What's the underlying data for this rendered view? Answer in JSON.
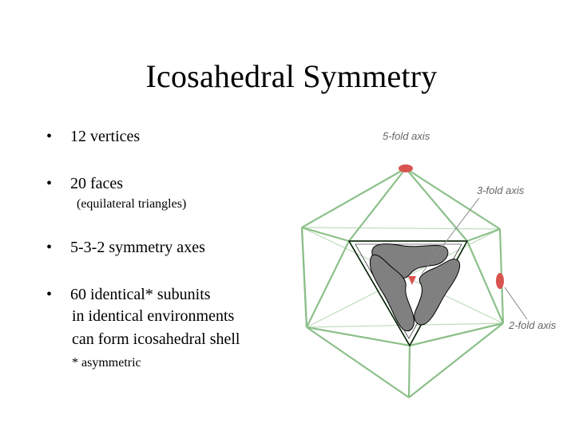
{
  "slide": {
    "title": "Icosahedral Symmetry",
    "bullets": [
      {
        "marker": "•",
        "text": "12 vertices"
      },
      {
        "marker": "•",
        "text": "20 faces",
        "note": "(equilateral triangles)"
      },
      {
        "marker": "•",
        "text": "5-3-2 symmetry axes"
      },
      {
        "marker": "•",
        "text": "60 identical* subunits",
        "continuation": [
          "in identical environments",
          "can form icosahedral shell"
        ],
        "footnote": "* asymmetric"
      }
    ]
  },
  "diagram": {
    "labels": {
      "five_fold": "5-fold axis",
      "three_fold": "3-fold axis",
      "two_fold": "2-fold axis"
    },
    "colors": {
      "edge": "#8cc08a",
      "axis_marker": "#d9534f",
      "subunit": "#808080",
      "face_outline": "#000000",
      "leader_line": "#888888"
    }
  }
}
